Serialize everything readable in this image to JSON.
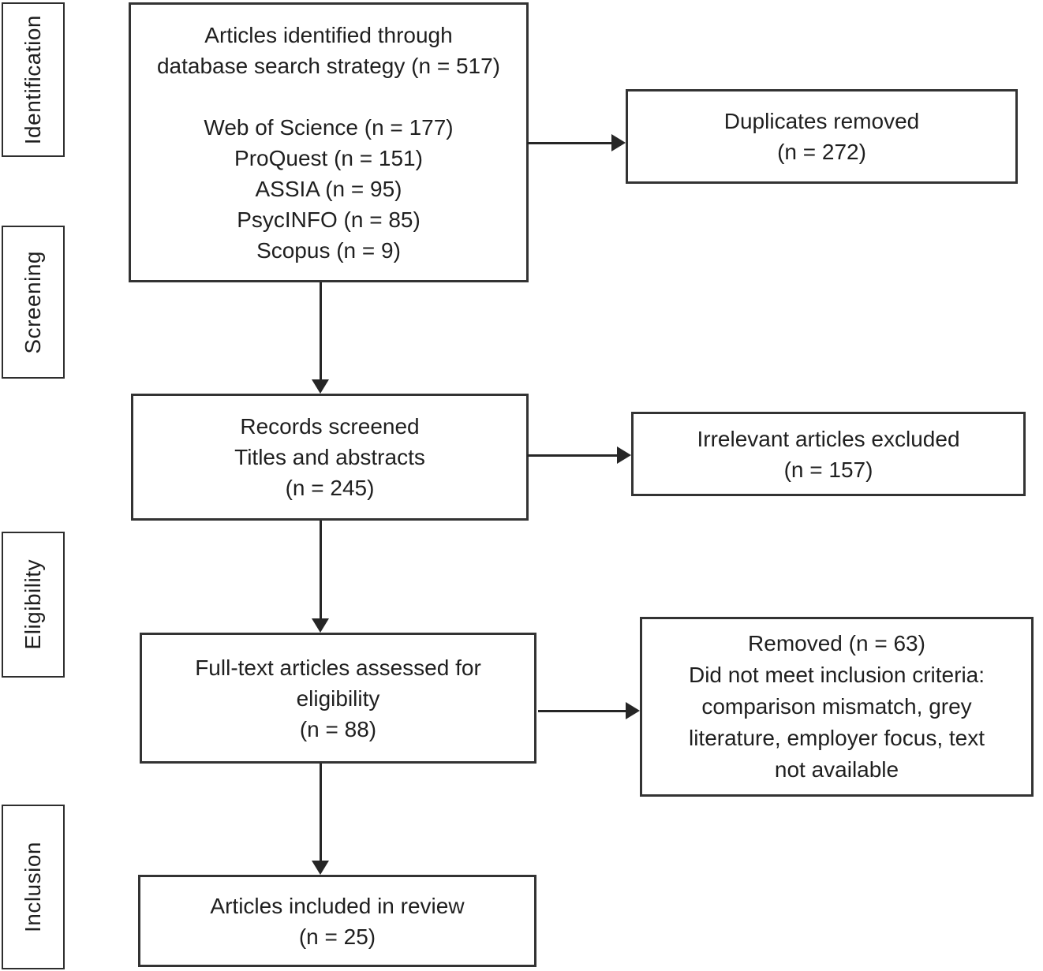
{
  "stage_labels": {
    "identification": "Identification",
    "screening": "Screening",
    "eligibility": "Eligibility",
    "inclusion": "Inclusion"
  },
  "boxes": {
    "identified": {
      "lines": [
        "Articles identified through",
        "database search strategy (n = 517)"
      ],
      "sources": [
        "Web of Science (n = 177)",
        "ProQuest (n = 151)",
        "ASSIA (n = 95)",
        "PsycINFO (n = 85)",
        "Scopus (n = 9)"
      ],
      "total_n": 517
    },
    "duplicates_removed": {
      "lines": [
        "Duplicates removed",
        "(n = 272)"
      ],
      "n": 272
    },
    "records_screened": {
      "lines": [
        "Records screened",
        "Titles and abstracts",
        "(n = 245)"
      ],
      "n": 245
    },
    "irrelevant_excluded": {
      "lines": [
        "Irrelevant articles excluded",
        "(n = 157)"
      ],
      "n": 157
    },
    "full_text_assessed": {
      "lines": [
        "Full-text articles assessed for",
        "eligibility",
        "(n = 88)"
      ],
      "n": 88
    },
    "removed_criteria": {
      "lines": [
        "Removed (n = 63)",
        "Did not meet inclusion criteria:",
        "comparison mismatch, grey",
        "literature, employer focus, text",
        "not available"
      ],
      "n": 63
    },
    "included": {
      "lines": [
        "Articles included in review",
        "(n = 25)"
      ],
      "n": 25
    }
  },
  "colors": {
    "background": "#ffffff",
    "box_border": "#333333",
    "stage_border": "#2e2e2e",
    "text": "#1f1f1f",
    "arrow": "#262626"
  }
}
